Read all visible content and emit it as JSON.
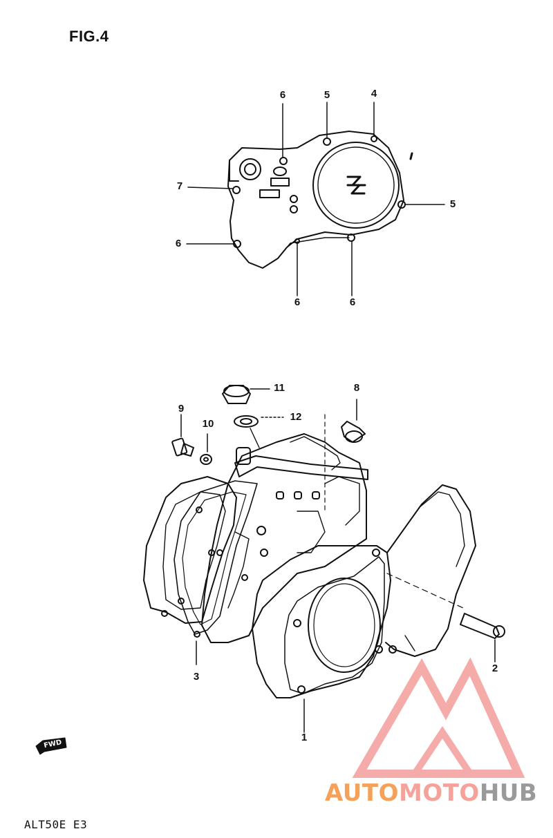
{
  "figure_title": "FIG.4",
  "model_code": "ALT50E E3",
  "direction_mark": "FWD",
  "callouts": {
    "c1": "1",
    "c2": "2",
    "c3": "3",
    "c4": "4",
    "c5a": "5",
    "c5b": "5",
    "c6a": "6",
    "c6b": "6",
    "c6c": "6",
    "c6d": "6",
    "c7": "7",
    "c8": "8",
    "c9": "9",
    "c10": "10",
    "c11": "11",
    "c12": "12"
  },
  "watermark": {
    "part1": "AUTO",
    "part2": "MOTO",
    "part3": "HUB",
    "colors": {
      "auto": "#f4a15a",
      "moto": "#f5a39a",
      "hub": "#9a9a9a",
      "logo": "#f4a3a0"
    }
  }
}
